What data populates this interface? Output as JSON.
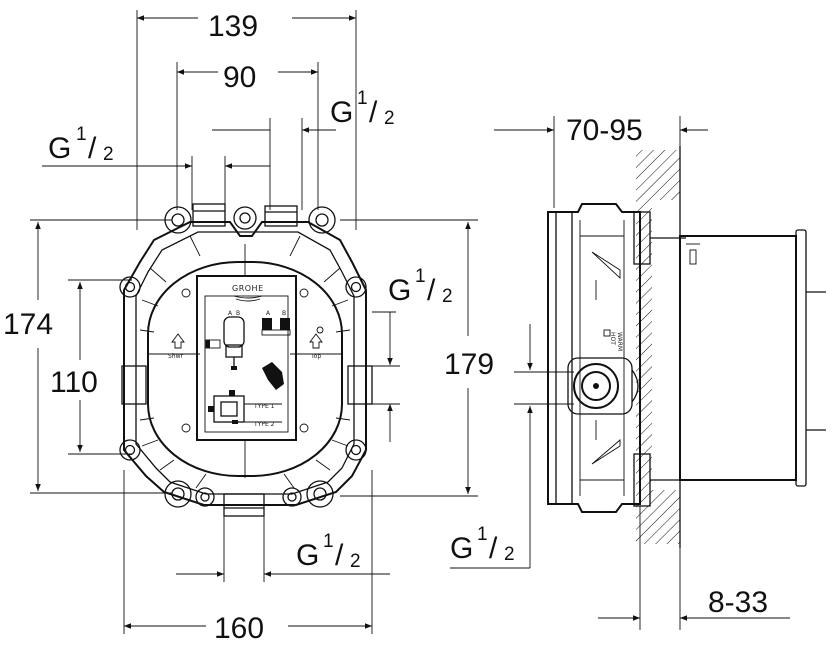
{
  "dimensions": {
    "width_top": "139",
    "inlet_spacing": "90",
    "height_left": "174",
    "side_spacing": "110",
    "height_right": "179",
    "width_bottom": "160",
    "depth_range": "70-95",
    "wall_range": "8-33"
  },
  "threads": {
    "base": "G",
    "numerator": "1",
    "slash": "/",
    "denominator": "2"
  },
  "plate": {
    "brand": "GROHE",
    "port_a": "A",
    "port_b": "B",
    "label_left": "Shwr",
    "label_right": "Top",
    "label_side": "WARM",
    "label_side2": "HOT",
    "note1": "TYPE 1",
    "note2": "TYPE 2"
  }
}
